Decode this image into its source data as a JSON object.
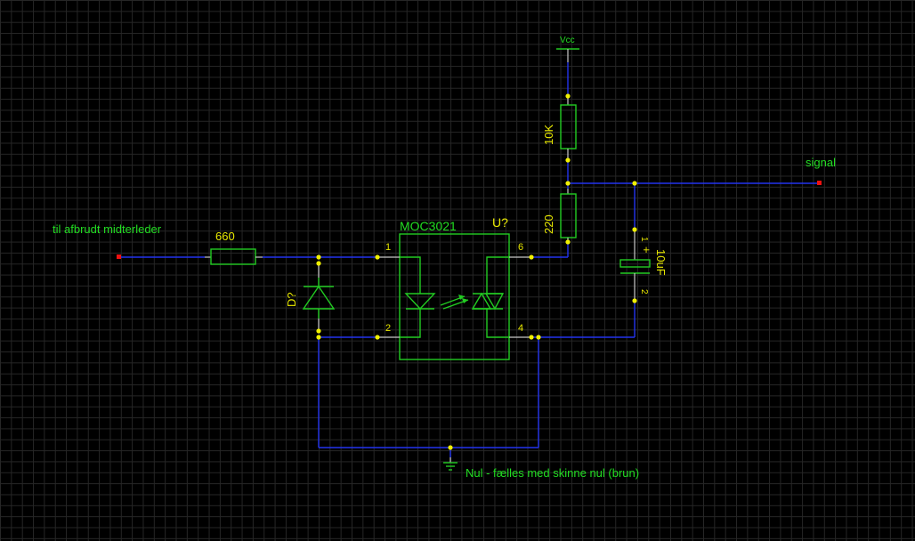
{
  "colors": {
    "background": "#000000",
    "grid": "#262626",
    "wire": "#2233ee",
    "component": "#22cc22",
    "label_green": "#22dd22",
    "label_yellow": "#e8e800",
    "junction": "#f0f000",
    "endpoint": "#ee1111"
  },
  "labels": {
    "input_net": "til afbrudt midterleder",
    "signal_net": "signal",
    "ground_net": "Nul - fælles med skinne nul (brun)",
    "vcc": "Vcc"
  },
  "components": {
    "r_input": {
      "value": "660"
    },
    "r_pullup": {
      "value": "10K"
    },
    "r_series": {
      "value": "220"
    },
    "capacitor": {
      "value": "10uF",
      "pin1": "1",
      "pin2": "2",
      "polarity": "+"
    },
    "diode": {
      "ref": "D?"
    },
    "optocoupler": {
      "part": "MOC3021",
      "ref": "U?",
      "pins": {
        "p1": "1",
        "p2": "2",
        "p4": "4",
        "p6": "6"
      }
    }
  },
  "icons": {
    "ground": "ground-symbol-icon",
    "vcc": "vcc-bar-icon",
    "diode": "diode-icon",
    "led": "led-icon",
    "triac": "triac-icon",
    "light_arrows": "light-arrows-icon"
  }
}
